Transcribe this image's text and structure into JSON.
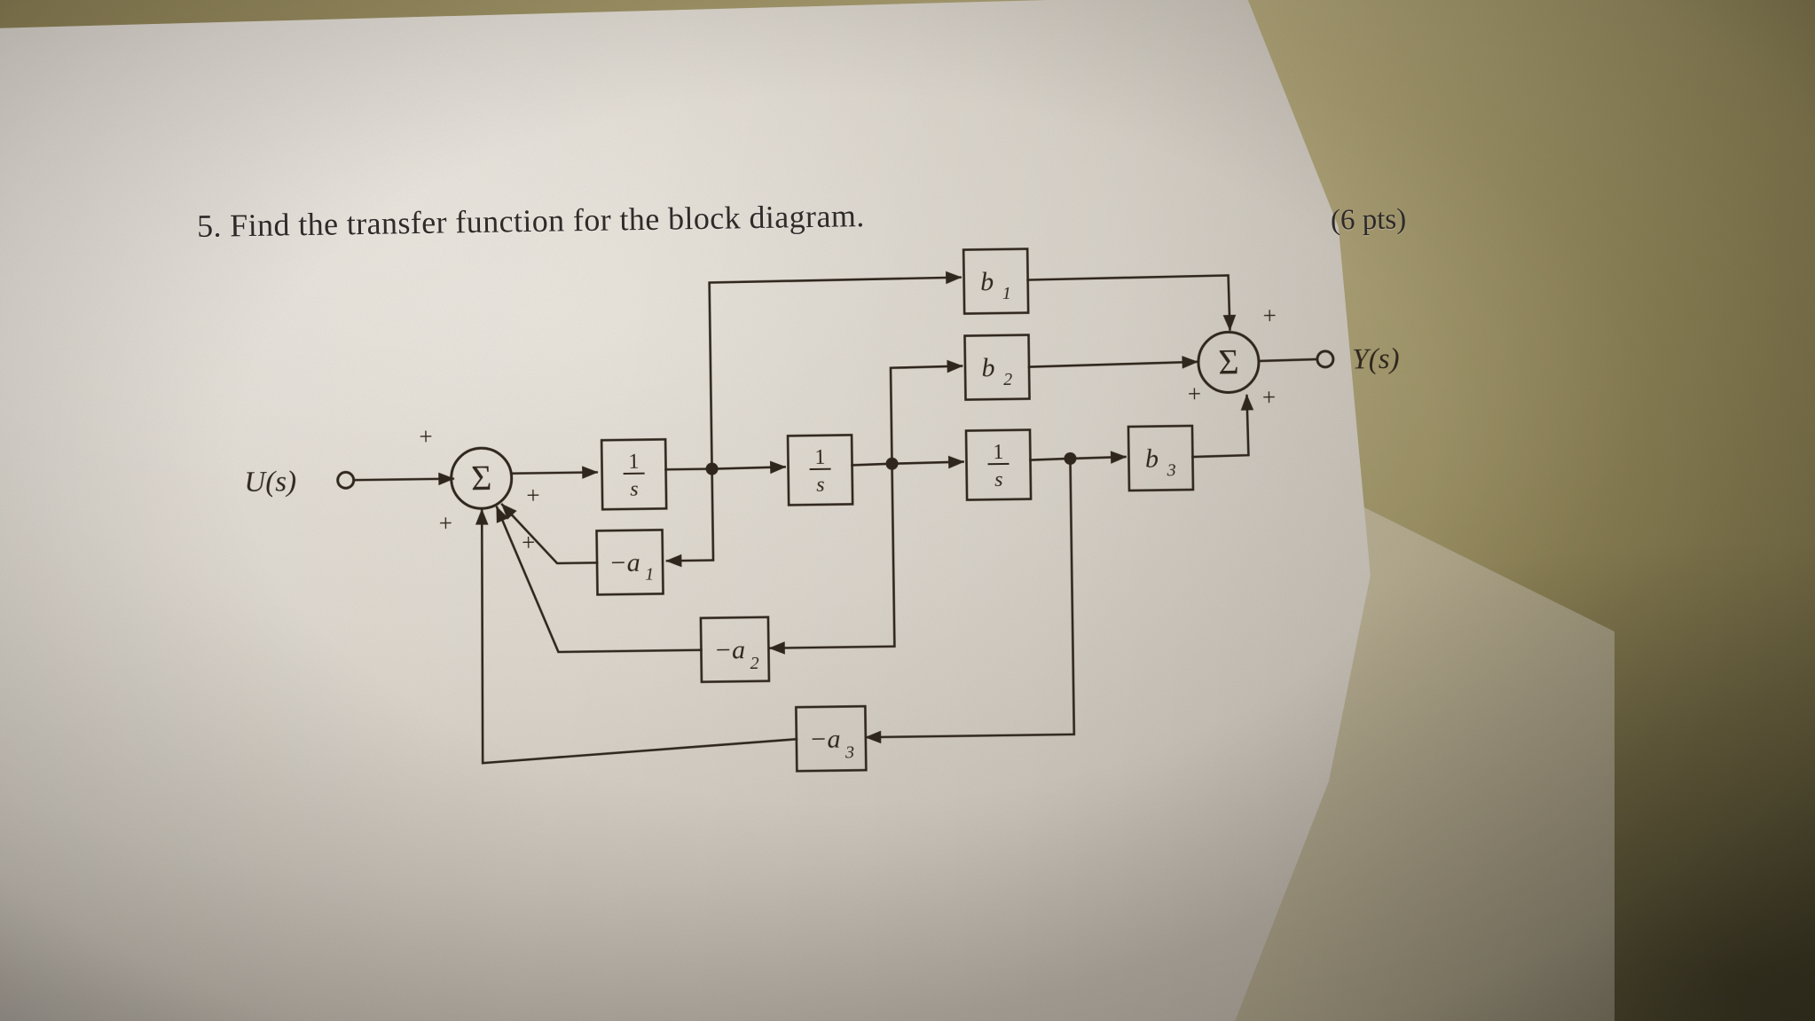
{
  "page": {
    "question_number": "5.",
    "question_title": "5. Find the transfer function for the block diagram.",
    "points_label": "(6 pts)",
    "paper_color": "#ded8cf",
    "ink_color": "#31291f",
    "backdrop_color": "#a19567"
  },
  "diagram": {
    "type": "control-block-diagram",
    "input_label": "U(s)",
    "output_label": "Y(s)",
    "summing_symbol": "Σ",
    "forward_blocks": [
      {
        "id": "integrator-1",
        "label_numerator": "1",
        "label_denominator": "s",
        "label": "1/s"
      },
      {
        "id": "integrator-2",
        "label_numerator": "1",
        "label_denominator": "s",
        "label": "1/s"
      },
      {
        "id": "integrator-3",
        "label_numerator": "1",
        "label_denominator": "s",
        "label": "1/s"
      }
    ],
    "feedforward_blocks": [
      {
        "id": "b1",
        "label": "b",
        "subscript": "1"
      },
      {
        "id": "b2",
        "label": "b",
        "subscript": "2"
      },
      {
        "id": "b3",
        "label": "b",
        "subscript": "3"
      }
    ],
    "feedback_blocks": [
      {
        "id": "a1",
        "label": "−a",
        "subscript": "1"
      },
      {
        "id": "a2",
        "label": "−a",
        "subscript": "2"
      },
      {
        "id": "a3",
        "label": "−a",
        "subscript": "3"
      }
    ],
    "input_sum_signs": [
      "+",
      "+",
      "+",
      "+"
    ],
    "output_sum_signs": [
      "+",
      "+",
      "+"
    ],
    "sign_symbol": "+",
    "junction_count": 3
  }
}
